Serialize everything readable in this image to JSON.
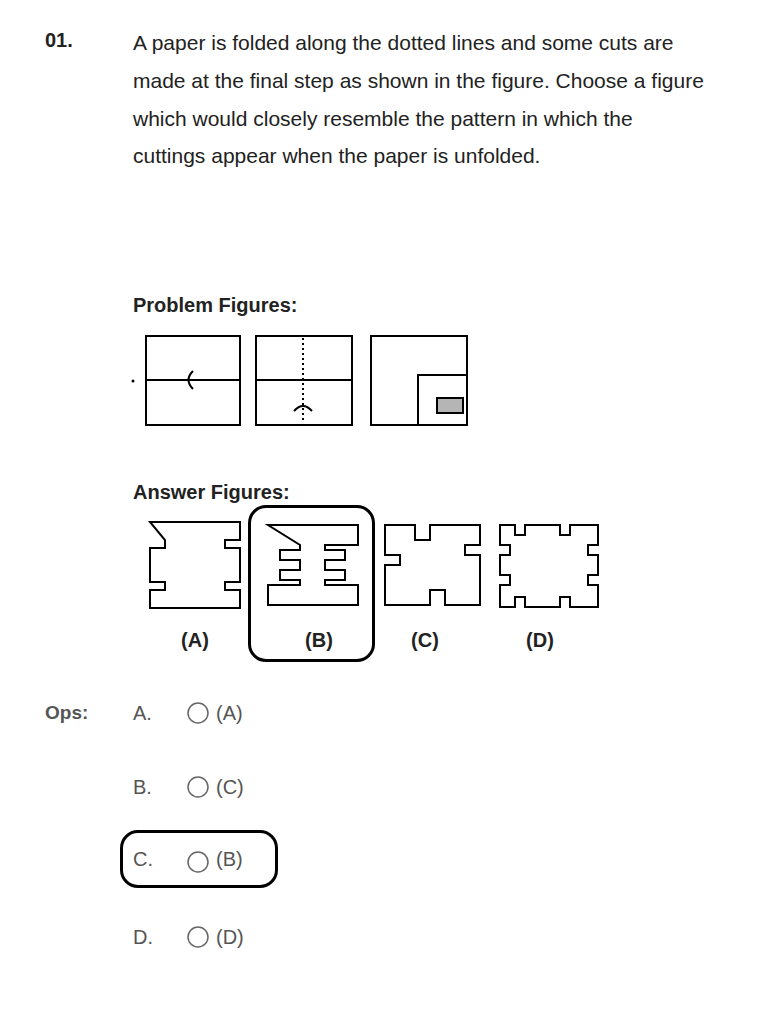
{
  "diagram": {
    "nodes": [
      {
        "text": [
          "(B)"
        ]
      },
      {
        "text": [
          "C.",
          "(B)"
        ]
      }
    ],
    "labels": [
      "01.",
      "A paper is folded along the dotted lines and some cuts are made at the final step as shown in the figure. Choose a figure which would closely resemble the pattern in which the cuttings appear when the paper is unfolded.",
      "Problem Figures:",
      "Answer Figures:",
      "(A)",
      "(C)",
      "(D)",
      "Ops:",
      "A.",
      "(A)",
      "B.",
      "(C)",
      "D.",
      "(D)"
    ]
  }
}
